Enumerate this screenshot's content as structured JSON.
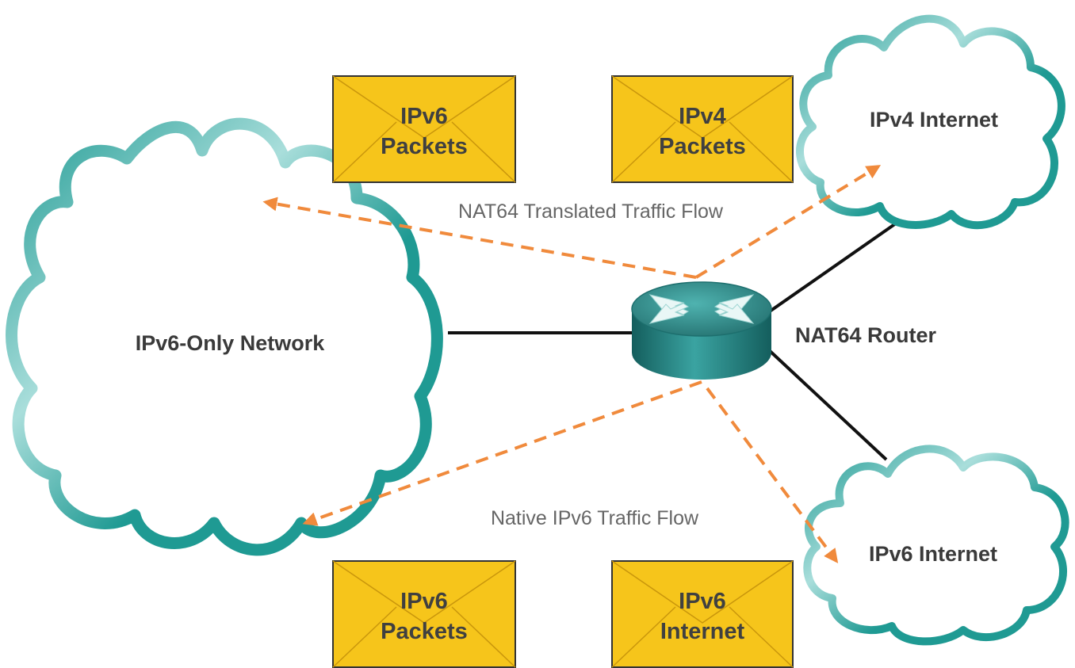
{
  "colors": {
    "cloud_stroke": "#1f9a93",
    "cloud_highlight": "#a9dedb",
    "envelope_fill": "#f6c51b",
    "envelope_stroke": "#333333",
    "flow_arrow": "#f08a3c",
    "link_line": "#111111",
    "router_top": "#3c9c9a",
    "router_side": "#1d6f6e"
  },
  "clouds": {
    "ipv6_only": "IPv6-Only Network",
    "ipv4_internet": "IPv4 Internet",
    "ipv6_internet": "IPv6 Internet"
  },
  "router": {
    "label": "NAT64 Router",
    "icon": "router-icon"
  },
  "flows": {
    "translated": "NAT64 Translated Traffic Flow",
    "native": "Native IPv6 Traffic Flow"
  },
  "envelopes": [
    {
      "line1": "IPv6",
      "line2": "Packets",
      "icon": "envelope-icon"
    },
    {
      "line1": "IPv4",
      "line2": "Packets",
      "icon": "envelope-icon"
    },
    {
      "line1": "IPv6",
      "line2": "Packets",
      "icon": "envelope-icon"
    },
    {
      "line1": "IPv6",
      "line2": "Internet",
      "icon": "envelope-icon"
    }
  ]
}
